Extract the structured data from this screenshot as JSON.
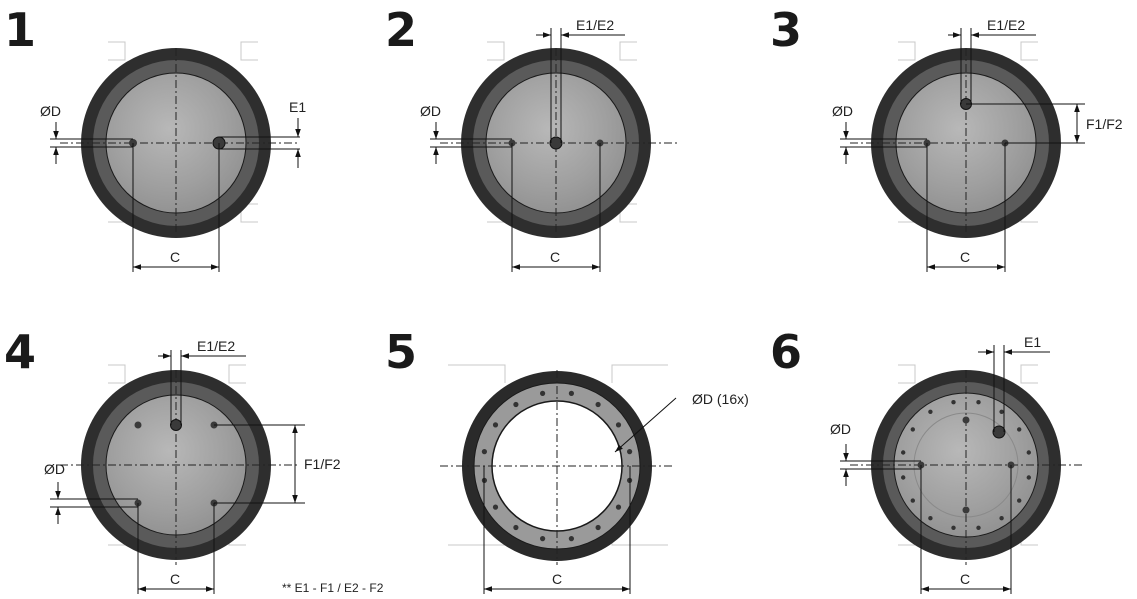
{
  "diagrams": [
    {
      "number": "1",
      "labels": {
        "diameter": "ØD",
        "e": "E1",
        "c": "C"
      }
    },
    {
      "number": "2",
      "labels": {
        "diameter": "ØD",
        "e": "E1/E2",
        "c": "C"
      }
    },
    {
      "number": "3",
      "labels": {
        "diameter": "ØD",
        "e": "E1/E2",
        "f": "F1/F2",
        "c": "C"
      }
    },
    {
      "number": "4",
      "labels": {
        "diameter": "ØD",
        "e": "E1/E2",
        "f": "F1/F2",
        "c": "C"
      }
    },
    {
      "number": "5",
      "labels": {
        "diameter": "ØD (16x)",
        "c": "C"
      }
    },
    {
      "number": "6",
      "labels": {
        "diameter": "ØD",
        "e": "E1",
        "c": "C"
      }
    }
  ],
  "footnote": "** E1 - F1 / E2 - F2",
  "colors": {
    "ring_outer": "#2d2d2d",
    "ring_inner": "#575757",
    "face": "#a9a9a9",
    "face_ring5": "#9a9a9a",
    "outline_light": "#c8c8c8",
    "dim_line": "#111111"
  }
}
